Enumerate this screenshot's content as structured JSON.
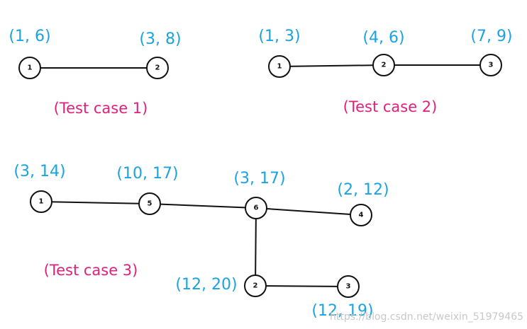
{
  "colors": {
    "coordinate_text": "#1aa3e0",
    "case_text": "#e0207a",
    "edge": "#111111",
    "node_stroke": "#111111",
    "watermark": "#c8c8c8"
  },
  "cases": [
    {
      "label": "(Test case 1)",
      "nodes": [
        {
          "id": "1",
          "coord": "(1, 6)"
        },
        {
          "id": "2",
          "coord": "(3, 8)"
        }
      ],
      "edges": [
        [
          "1",
          "2"
        ]
      ]
    },
    {
      "label": "(Test case 2)",
      "nodes": [
        {
          "id": "1",
          "coord": "(1, 3)"
        },
        {
          "id": "2",
          "coord": "(4, 6)"
        },
        {
          "id": "3",
          "coord": "(7, 9)"
        }
      ],
      "edges": [
        [
          "1",
          "2"
        ],
        [
          "2",
          "3"
        ]
      ]
    },
    {
      "label": "(Test case 3)",
      "nodes": [
        {
          "id": "1",
          "coord": "(3, 14)"
        },
        {
          "id": "5",
          "coord": "(10, 17)"
        },
        {
          "id": "6",
          "coord": "(3, 17)"
        },
        {
          "id": "4",
          "coord": "(2, 12)"
        },
        {
          "id": "2",
          "coord": "(12, 20)"
        },
        {
          "id": "3",
          "coord": "(12, 19)"
        }
      ],
      "edges": [
        [
          "1",
          "5"
        ],
        [
          "5",
          "6"
        ],
        [
          "6",
          "4"
        ],
        [
          "6",
          "2"
        ],
        [
          "2",
          "3"
        ]
      ]
    }
  ],
  "watermark": "https://blog.csdn.net/weixin_51979465"
}
